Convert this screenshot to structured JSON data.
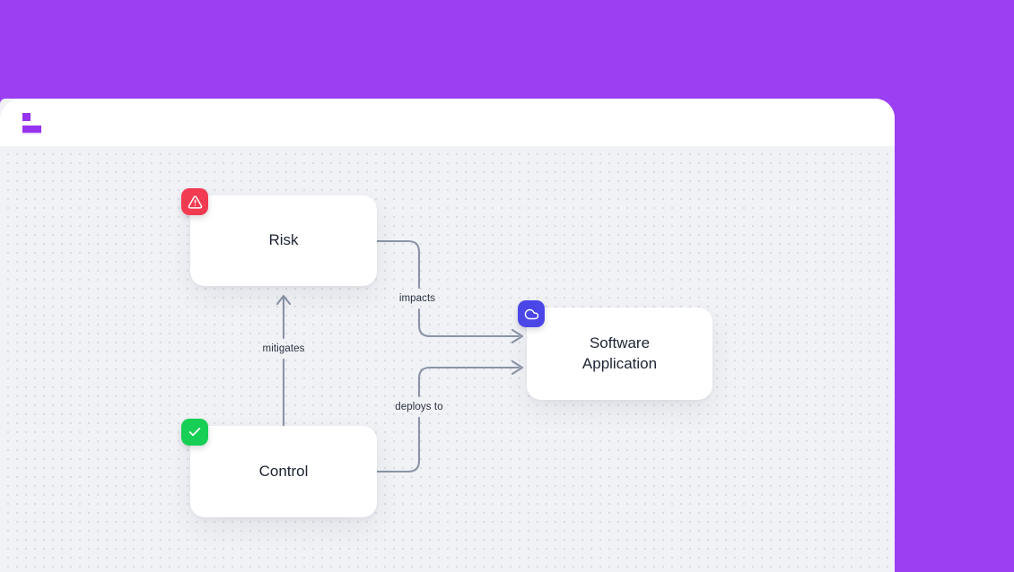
{
  "header": {
    "logo_icon": "purple-blocks-logo"
  },
  "diagram": {
    "nodes": [
      {
        "id": "risk",
        "label": "Risk",
        "icon": "warning-triangle-icon",
        "badge_color": "#f23a50"
      },
      {
        "id": "control",
        "label": "Control",
        "icon": "check-icon",
        "badge_color": "#17cf54"
      },
      {
        "id": "software-application",
        "label": "Software Application",
        "icon": "cloud-icon",
        "badge_color": "#4a46e8"
      }
    ],
    "edges": [
      {
        "label": "mitigates",
        "from": "control",
        "to": "risk"
      },
      {
        "label": "impacts",
        "from": "risk",
        "to": "software-application"
      },
      {
        "label": "deploys to",
        "from": "control",
        "to": "software-application"
      }
    ]
  },
  "colors": {
    "page_background": "#9b3ff2",
    "canvas_background": "#f1f2f6",
    "edge_stroke": "#8b94a7",
    "node_text": "#1d2433",
    "risk_badge": "#f23a50",
    "control_badge": "#17cf54",
    "software_badge": "#4a46e8"
  }
}
